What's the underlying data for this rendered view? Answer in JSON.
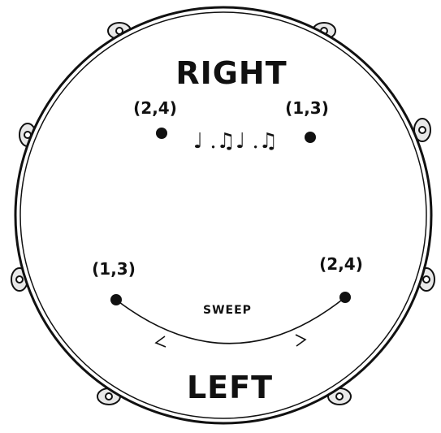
{
  "diagram": {
    "right_label": "RIGHT",
    "left_label": "LEFT",
    "sweep_label": "SWEEP",
    "points": {
      "right_left": "(2,4)",
      "right_right": "(1,3)",
      "left_left": "(1,3)",
      "left_right": "(2,4)"
    },
    "rhythm_glyphs": "♩ .♫♩ .♫"
  },
  "colors": {
    "ink": "#111111",
    "background": "#ffffff",
    "lug_fill": "#e8e8e8"
  }
}
